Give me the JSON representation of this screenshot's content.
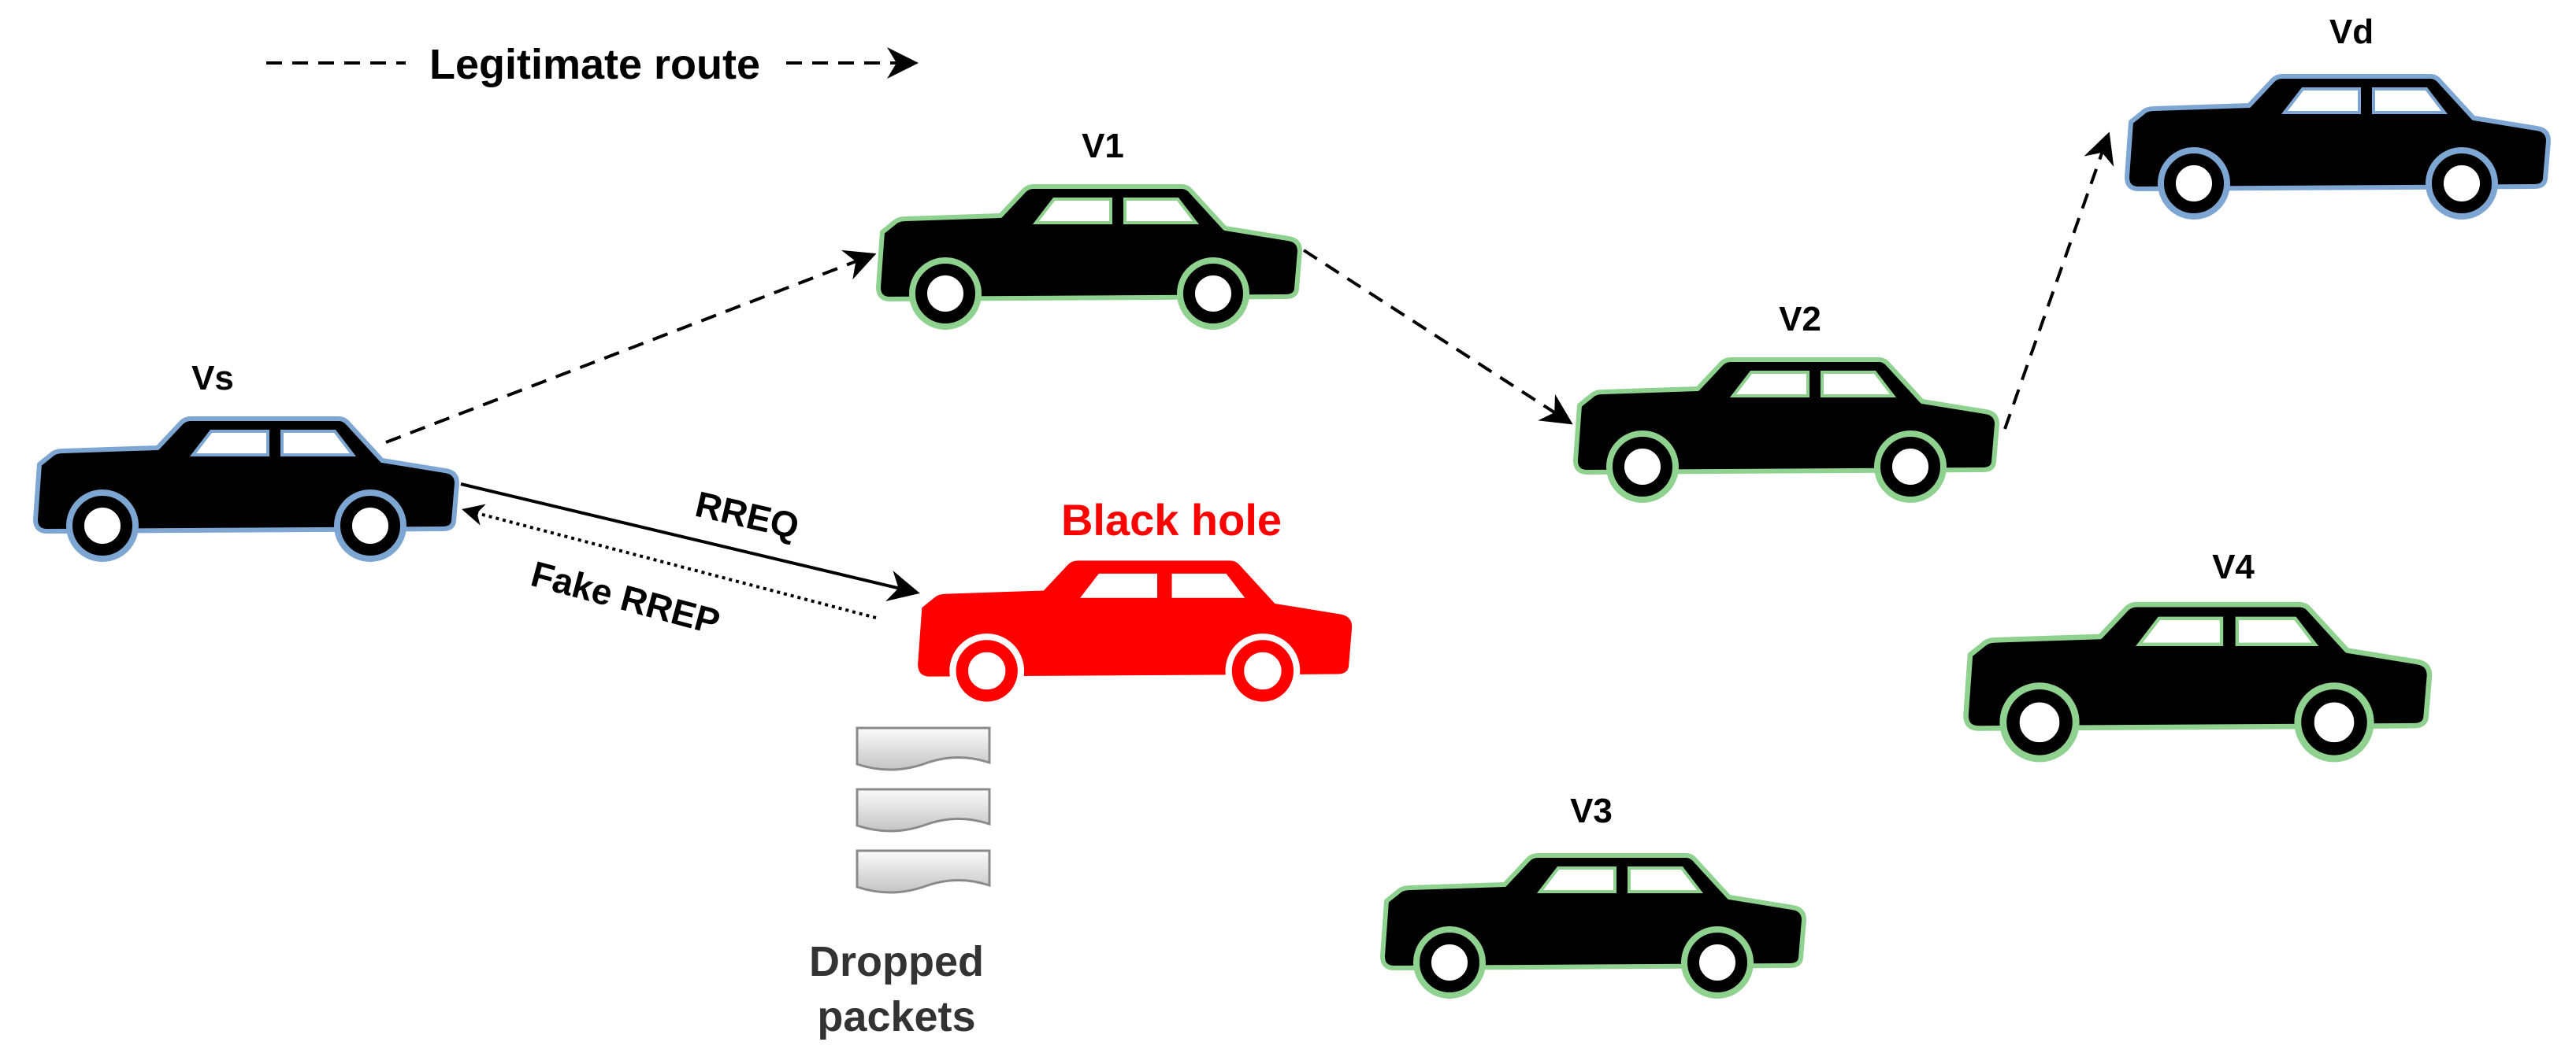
{
  "legend": {
    "label": "Legitimate route"
  },
  "vehicles": [
    {
      "id": "vs",
      "label": "Vs",
      "role": "source",
      "outline_color": "#7ea6d2",
      "body_color": "#000000"
    },
    {
      "id": "v1",
      "label": "V1",
      "role": "relay",
      "outline_color": "#8fd18f",
      "body_color": "#000000"
    },
    {
      "id": "v2",
      "label": "V2",
      "role": "relay",
      "outline_color": "#8fd18f",
      "body_color": "#000000"
    },
    {
      "id": "vd",
      "label": "Vd",
      "role": "destination",
      "outline_color": "#7ea6d2",
      "body_color": "#000000"
    },
    {
      "id": "v3",
      "label": "V3",
      "role": "idle",
      "outline_color": "#8fd18f",
      "body_color": "#000000"
    },
    {
      "id": "v4",
      "label": "V4",
      "role": "idle",
      "outline_color": "#8fd18f",
      "body_color": "#000000"
    },
    {
      "id": "bh",
      "label": "Black hole",
      "role": "attacker",
      "outline_color": "#ffffff",
      "body_color": "#ff0000"
    }
  ],
  "messages": {
    "rreq": "RREQ",
    "fake_rrep": "Fake RREP"
  },
  "dropped": {
    "label_line1": "Dropped",
    "label_line2": "packets",
    "packet_count": 3
  },
  "colors": {
    "attacker_text": "#ff0000",
    "text": "#000000",
    "dropped_text": "#333333"
  }
}
